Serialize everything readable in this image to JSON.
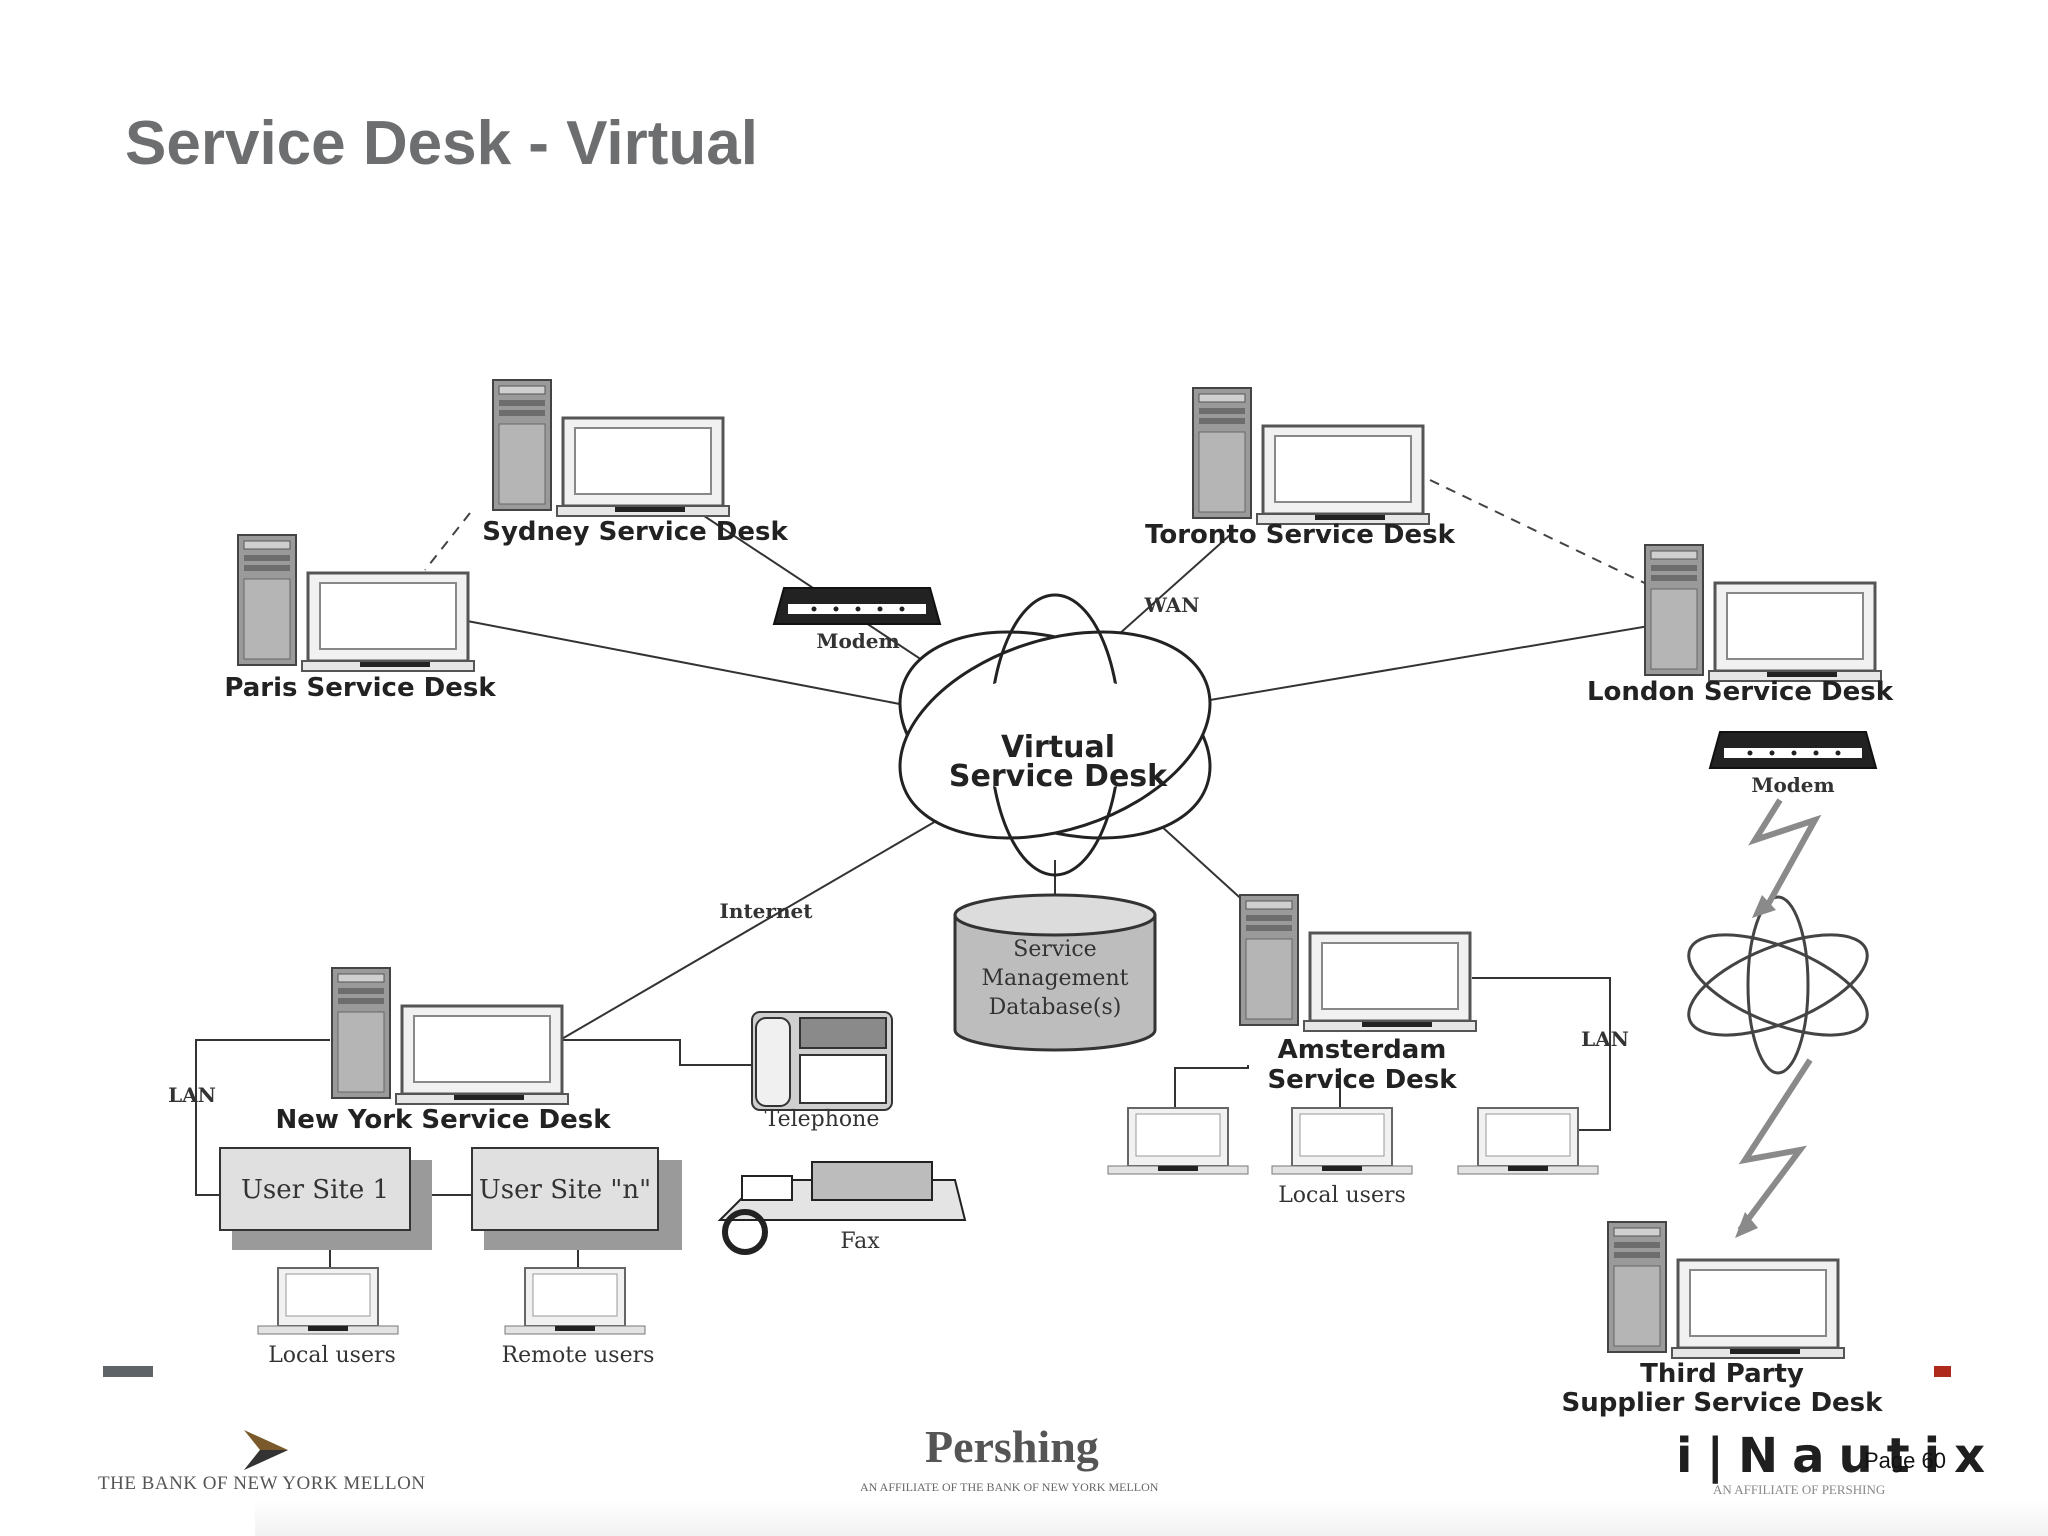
{
  "slide": {
    "title": "Service Desk - Virtual",
    "page_number": "Page 60"
  },
  "diagram": {
    "center": {
      "line1": "Virtual",
      "line2": "Service Desk"
    },
    "sites": {
      "sydney": "Sydney Service Desk",
      "toronto": "Toronto Service Desk",
      "paris": "Paris Service Desk",
      "london": "London Service Desk",
      "new_york": "New York Service Desk",
      "amsterdam_1": "Amsterdam",
      "amsterdam_2": "Service Desk",
      "third_party_1": "Third Party",
      "third_party_2": "Supplier Service Desk"
    },
    "connections": {
      "modem_1": "Modem",
      "modem_2": "Modem",
      "wan": "WAN",
      "internet": "Internet",
      "lan_ny": "LAN",
      "lan_amsterdam": "LAN"
    },
    "database": {
      "line1": "Service",
      "line2": "Management",
      "line3": "Database(s)"
    },
    "devices": {
      "telephone": "Telephone",
      "fax": "Fax"
    },
    "user_sites": {
      "site_1": "User Site 1",
      "site_n": "User Site \"n\""
    },
    "users": {
      "ny_local": "Local users",
      "ny_remote": "Remote users",
      "amsterdam_local": "Local users"
    }
  },
  "footer": {
    "bny": "THE BANK OF NEW YORK MELLON",
    "pershing": "Pershing",
    "pershing_sub": "AN AFFILIATE OF THE BANK OF NEW YORK MELLON",
    "inautix": "i|Nautix",
    "inautix_sub": "AN AFFILIATE OF PERSHING",
    "accent_left": "#5f6469",
    "accent_right": "#b02a1c"
  }
}
